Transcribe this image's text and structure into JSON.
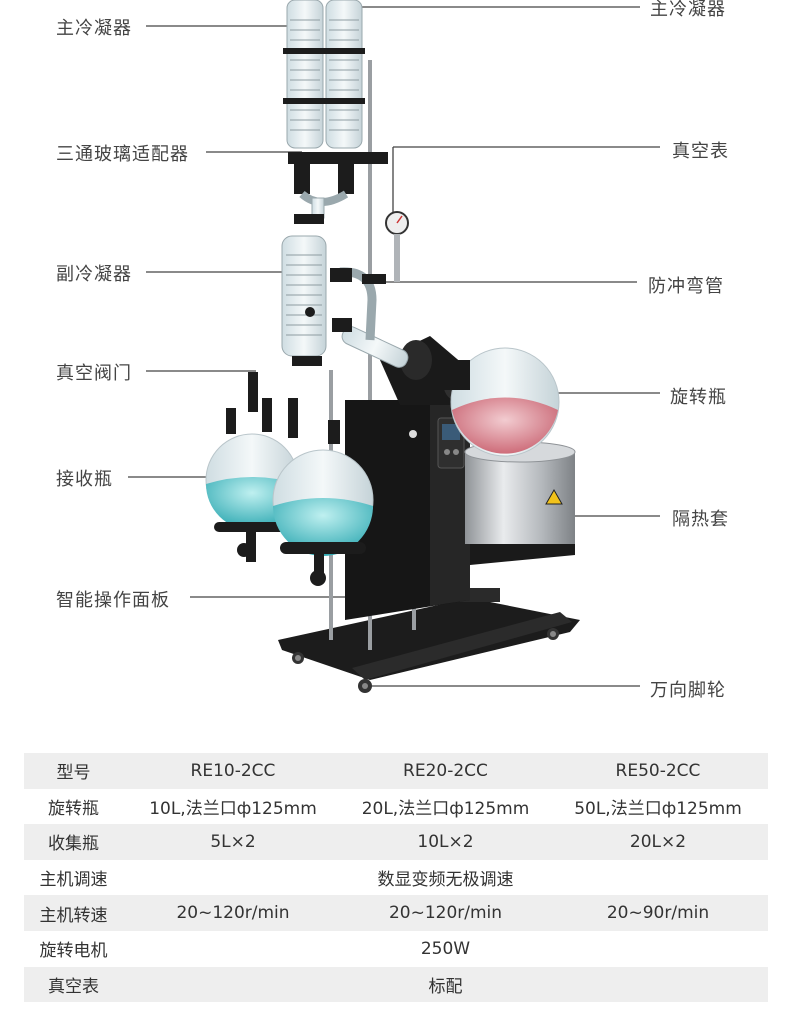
{
  "labels": {
    "main_condenser_left": "主冷凝器",
    "main_condenser_right": "主冷凝器",
    "three_way_adapter": "三通玻璃适配器",
    "vacuum_gauge": "真空表",
    "sub_condenser": "副冷凝器",
    "anti_bump_elbow": "防冲弯管",
    "vacuum_valve": "真空阀门",
    "rotary_flask": "旋转瓶",
    "receiving_flask": "接收瓶",
    "heating_jacket": "隔热套",
    "control_panel": "智能操作面板",
    "caster_wheel": "万向脚轮"
  },
  "colors": {
    "frame": "#1c1c1c",
    "glass": "#d9e6ea",
    "liquid_blue": "#3fb8bf",
    "liquid_red": "#c8505e",
    "steel": "#b9bcc0",
    "table_stripe": "#eeeeee",
    "warning_yellow": "#f2c21a"
  },
  "spec_table": {
    "rows": [
      {
        "head": "型号",
        "c1": "RE10-2CC",
        "c2": "RE20-2CC",
        "c3": "RE50-2CC",
        "span": false
      },
      {
        "head": "旋转瓶",
        "c1": "10L,法兰口ф125mm",
        "c2": "20L,法兰口ф125mm",
        "c3": "50L,法兰口ф125mm",
        "span": false
      },
      {
        "head": "收集瓶",
        "c1": "5L×2",
        "c2": "10L×2",
        "c3": "20L×2",
        "span": false
      },
      {
        "head": "主机调速",
        "all": "数显变频无极调速",
        "span": true
      },
      {
        "head": "主机转速",
        "c1": "20~120r/min",
        "c2": "20~120r/min",
        "c3": "20~90r/min",
        "span": false
      },
      {
        "head": "旋转电机",
        "all": "250W",
        "span": true
      },
      {
        "head": "真空表",
        "all": "标配",
        "span": true
      }
    ]
  }
}
